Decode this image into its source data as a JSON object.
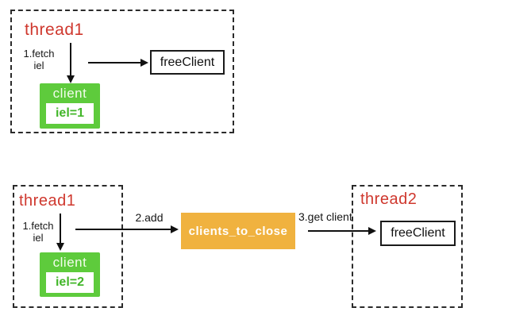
{
  "colors": {
    "red": "#cf382e",
    "green": "#5ecb3c",
    "greentext": "#42b629",
    "orange": "#f0b23f",
    "line": "#111111"
  },
  "top": {
    "thread_title": "thread1",
    "fetch_line1": "1.fetch",
    "fetch_line2": "iel",
    "client_title": "client",
    "client_value": "iel=1",
    "free_client": "freeClient"
  },
  "bottom": {
    "thread1_title": "thread1",
    "fetch_line1": "1.fetch",
    "fetch_line2": "iel",
    "client_title": "client",
    "client_value": "iel=2",
    "add_label": "2.add",
    "queue_label": "clients_to_close",
    "get_label": "3.get client",
    "thread2_title": "thread2",
    "free_client": "freeClient"
  }
}
